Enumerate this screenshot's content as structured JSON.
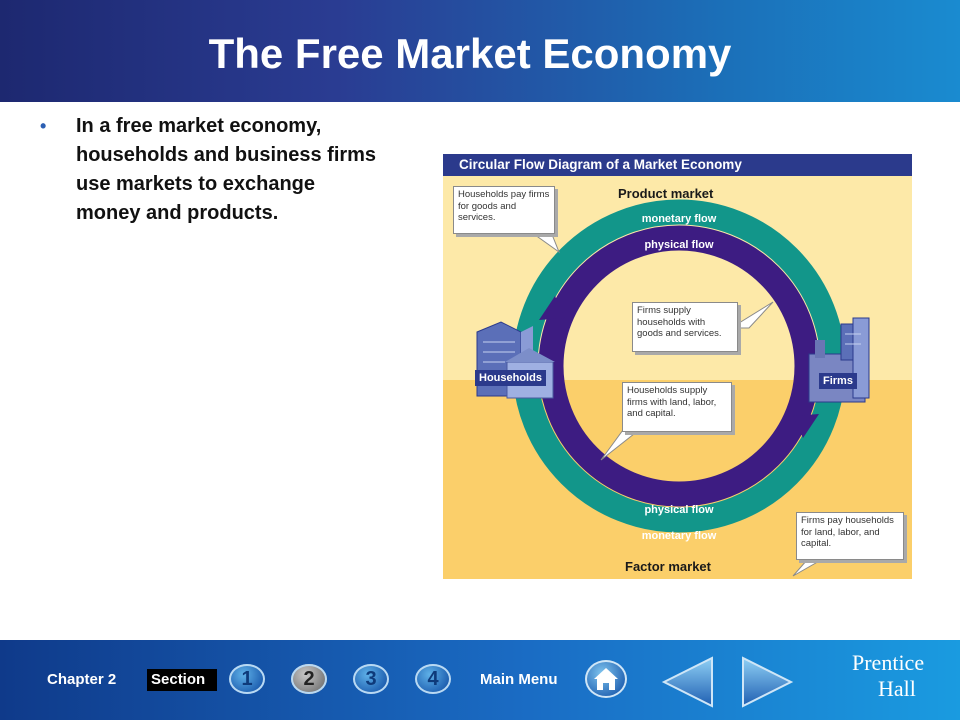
{
  "slide": {
    "title": "The Free Market Economy",
    "bullet": "In a free market economy, households and business firms use markets to exchange money and products."
  },
  "diagram": {
    "title": "Circular Flow Diagram of a Market Economy",
    "product_market": "Product market",
    "factor_market": "Factor market",
    "flow_labels": {
      "top_outer": "monetary flow",
      "top_inner": "physical flow",
      "bottom_inner": "physical flow",
      "bottom_outer": "monetary flow"
    },
    "actors": {
      "households": "Households",
      "firms": "Firms"
    },
    "callouts": {
      "households_pay": "Households pay firms for goods and services.",
      "firms_supply": "Firms supply households with goods and services.",
      "households_supply": "Households supply firms with land, labor, and capital.",
      "firms_pay": "Firms pay households for land, labor, and capital."
    },
    "colors": {
      "outer_ring": "#12968a",
      "inner_ring": "#3d1c82",
      "top_background": "#fde9a8",
      "bottom_background": "#fbcf6a",
      "header_background": "#2b3a8c"
    }
  },
  "footer": {
    "chapter": "Chapter 2",
    "section": "Section",
    "section_numbers": [
      "1",
      "2",
      "3",
      "4"
    ],
    "active_section": "2",
    "main_menu": "Main Menu",
    "logo_line1": "Prentice",
    "logo_line2": "Hall",
    "icons": [
      "home-icon",
      "back-arrow-icon",
      "forward-arrow-icon"
    ]
  }
}
